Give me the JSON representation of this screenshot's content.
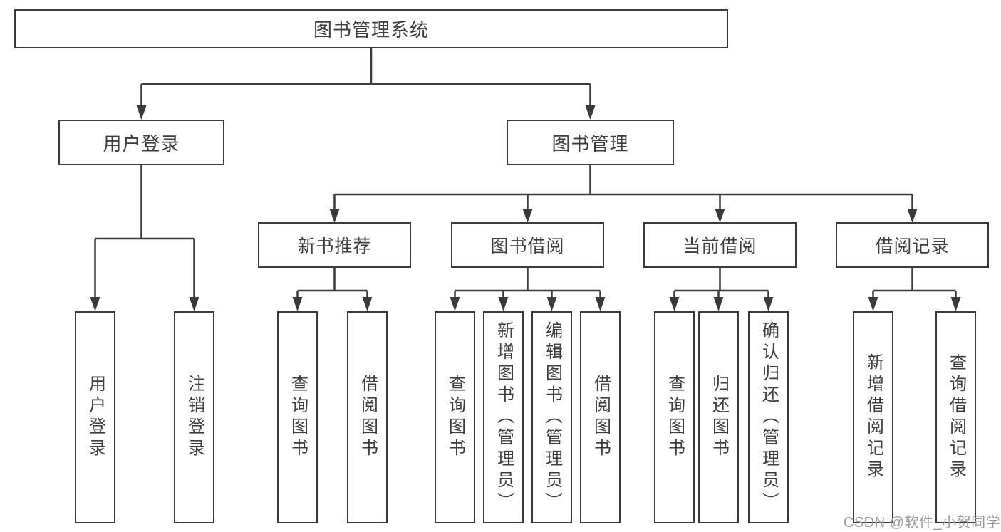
{
  "nodes": {
    "root": "图书管理系统",
    "user_login": "用户登录",
    "book_mgmt": "图书管理",
    "new_book_rec": "新书推荐",
    "book_borrow": "图书借阅",
    "current_borrow": "当前借阅",
    "borrow_record": "借阅记录",
    "leaf_user_login": "用户登录",
    "leaf_logout": "注销登录",
    "leaf_rec_query": "查询图书",
    "leaf_rec_borrow": "借阅图书",
    "leaf_bb_query": "查询图书",
    "leaf_bb_add": "新增图书（管理员）",
    "leaf_bb_edit": "编辑图书（管理员）",
    "leaf_bb_borrow": "借阅图书",
    "leaf_cb_query": "查询图书",
    "leaf_cb_return": "归还图书",
    "leaf_cb_confirm": "确认归还（管理员）",
    "leaf_br_add": "新增借阅记录",
    "leaf_br_query": "查询借阅记录"
  },
  "watermark": "CSDN @软件_小贺同学",
  "colors": {
    "line": "#3a3a3a",
    "box_border": "#3a3a3a",
    "text": "#3d3d3d",
    "watermark": "#9a9a9a",
    "background": "#ffffff"
  }
}
